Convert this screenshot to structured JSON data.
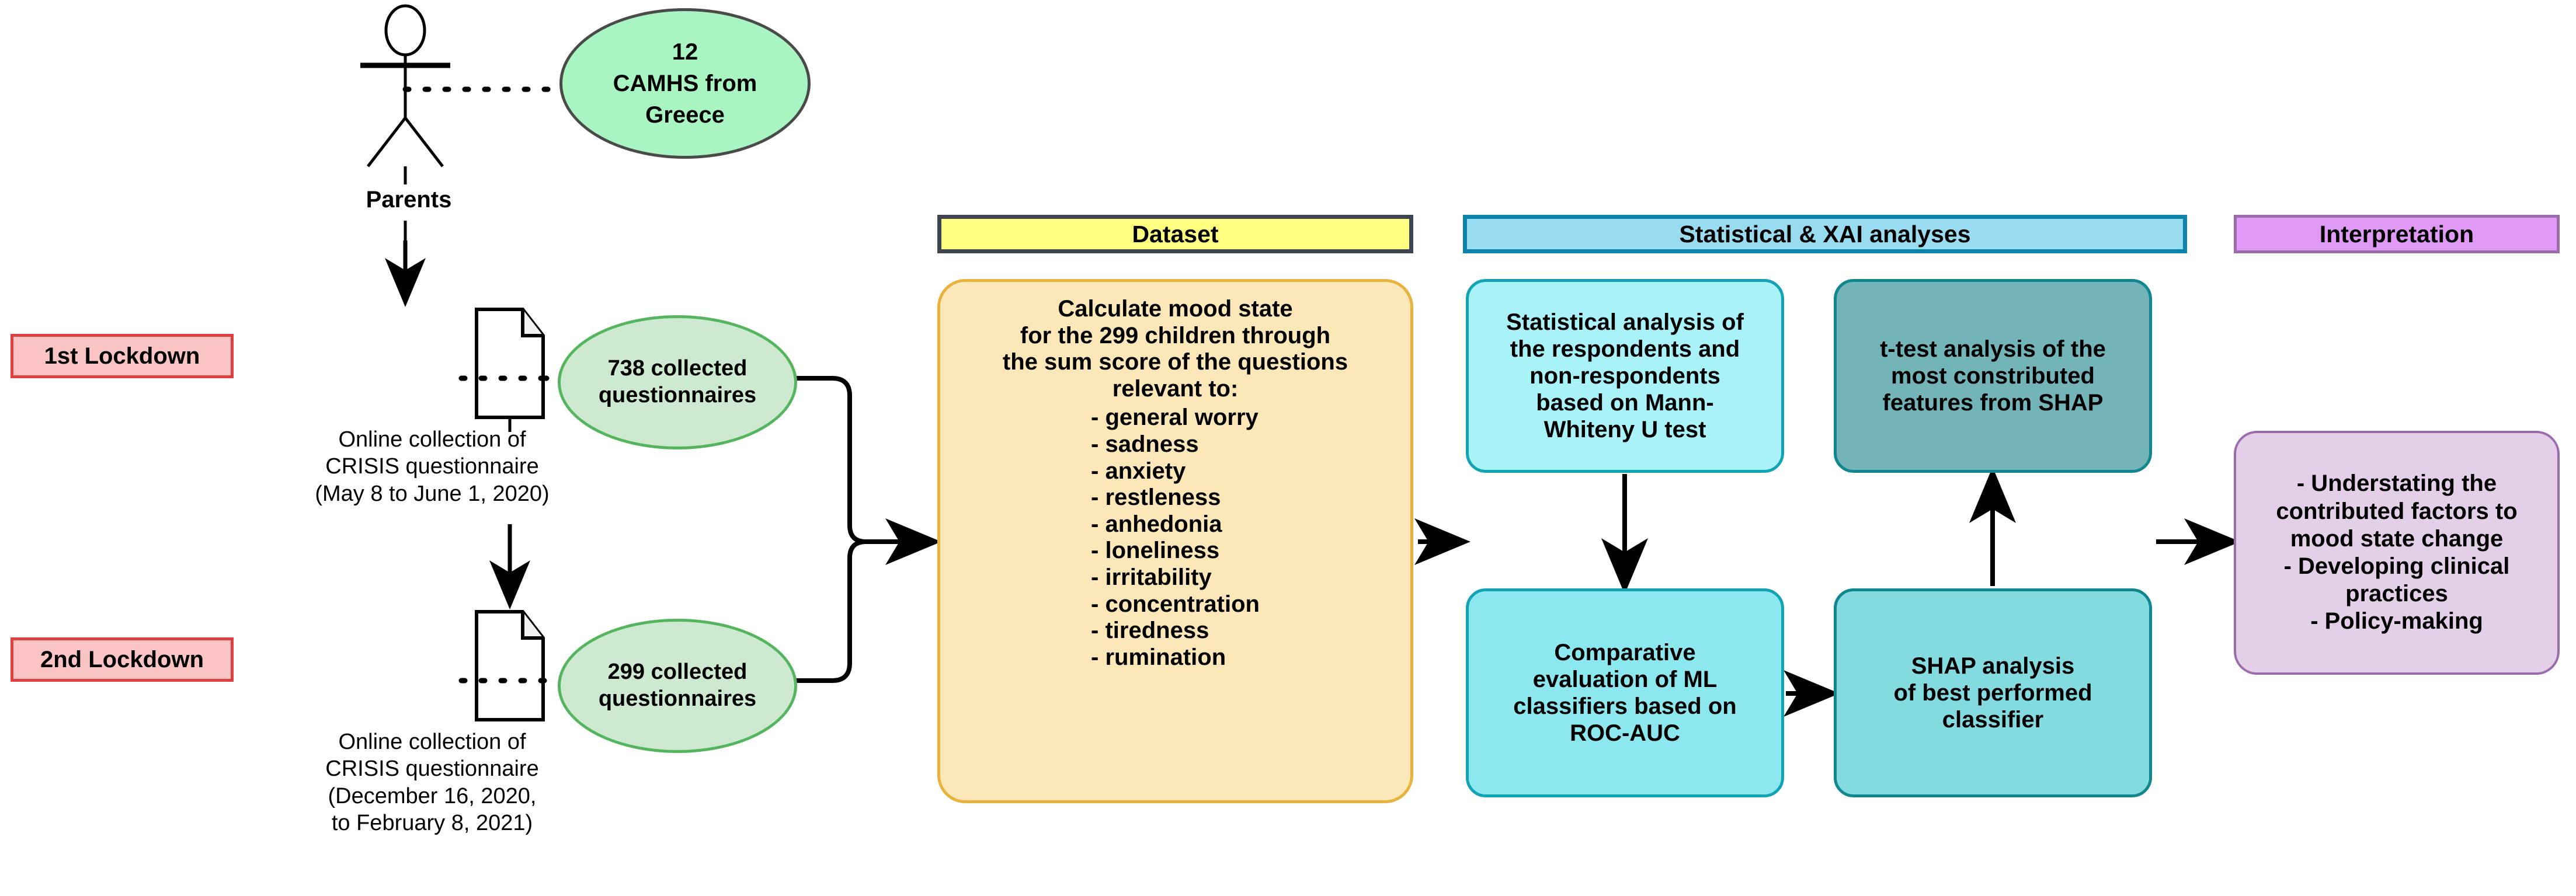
{
  "actor": {
    "label": "Parents",
    "icon": "stick-figure-actor-icon"
  },
  "ellipses": {
    "camhs": "12\nCAMHS from\nGreece",
    "camhs_lines": [
      "12",
      "CAMHS from",
      "Greece"
    ],
    "collected_first": [
      "738 collected",
      "questionnaires"
    ],
    "collected_second": [
      "299 collected",
      "questionnaires"
    ]
  },
  "lockdowns": {
    "first": "1st Lockdown",
    "second": "2nd Lockdown"
  },
  "collection": {
    "first_caption": "Online collection of\nCRISIS questionnaire\n(May 8 to June 1, 2020)",
    "first_caption_lines": [
      "Online collection of",
      "CRISIS questionnaire",
      "(May 8 to June 1, 2020)"
    ],
    "second_caption_lines": [
      "Online collection of",
      "CRISIS questionnaire",
      "(December 16, 2020,",
      "to February 8, 2021)"
    ]
  },
  "headers": {
    "dataset": "Dataset",
    "statistical": "Statistical & XAI analyses",
    "interpretation": "Interpretation"
  },
  "dataset_panel": {
    "lead_lines": [
      "Calculate mood state",
      "for the 299 children through",
      "the sum score of the questions",
      "relevant to:"
    ],
    "bullets": [
      "- general worry",
      "- sadness",
      "- anxiety",
      "- restleness",
      "- anhedonia",
      "- loneliness",
      "- irritability",
      "- concentration",
      "- tiredness",
      "- rumination"
    ]
  },
  "analysis_boxes": {
    "statistical_test": "Statistical analysis of the respondents and non-respondents based on Mann-Whiteny U test",
    "statistical_test_lines": [
      "Statistical analysis of",
      "the respondents and",
      "non-respondents",
      "based on Mann-",
      "Whiteny U test"
    ],
    "ttest_lines": [
      "t-test analysis of the",
      "most constributed",
      "features from SHAP"
    ],
    "comparative_lines": [
      "Comparative",
      "evaluation of ML",
      "classifiers based on",
      "ROC-AUC"
    ],
    "shap_lines": [
      "SHAP analysis",
      "of best performed",
      "classifier"
    ]
  },
  "interpretation_panel": {
    "lines": [
      "- Understating the",
      "contributed factors to",
      "mood state change",
      "- Developing clinical",
      "practices",
      "- Policy-making"
    ]
  },
  "colors": {
    "dataset_header_bg": "#ffff80",
    "dataset_header_border": "#3d4552",
    "dataset_panel_bg": "#fce7b8",
    "dataset_panel_border": "#e8b33d",
    "stats_header_bg": "#9adcef",
    "stats_header_border": "#0d84ad",
    "stat_box_bg": "#a8f2f8",
    "ttest_box_bg": "#73b4b8",
    "comparative_box_bg": "#8ce8ee",
    "shap_box_bg": "#83dbdf",
    "interp_header_bg": "#e099f5",
    "interp_header_border": "#9b6cab",
    "interp_panel_bg": "#e4cfe9",
    "ellipse_green_bg": "#a8f5c2",
    "ellipse_pale_green_bg": "#cdead0",
    "ellipse_green_border": "#55b55f",
    "lockdown_bg": "#fbc4c4",
    "lockdown_border": "#e0403f",
    "line": "#000000"
  },
  "icons": {
    "document": "document-page-icon",
    "arrow": "arrow-right-icon",
    "dotted_link": "dotted-association-line-icon"
  }
}
